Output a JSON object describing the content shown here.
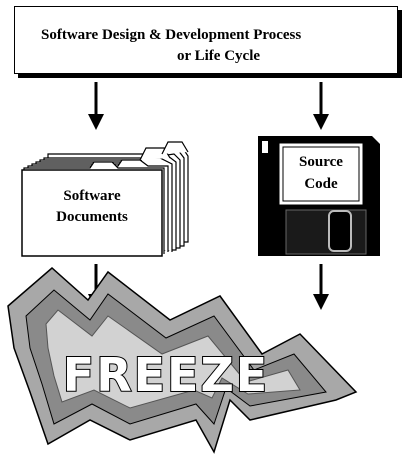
{
  "diagram": {
    "title_line1": "Software Design & Development Process",
    "title_line2": "or Life Cycle",
    "documents_line1": "Software",
    "documents_line2": "Documents",
    "source_line1": "Source",
    "source_line2": "Code",
    "freeze_label": "FREEZE"
  },
  "colors": {
    "outline": "#000000",
    "freeze_outer": "#aaaaaa",
    "freeze_ring": "#888888",
    "freeze_inner": "#d0d0d0",
    "disk_body": "#000000",
    "background": "#ffffff"
  }
}
